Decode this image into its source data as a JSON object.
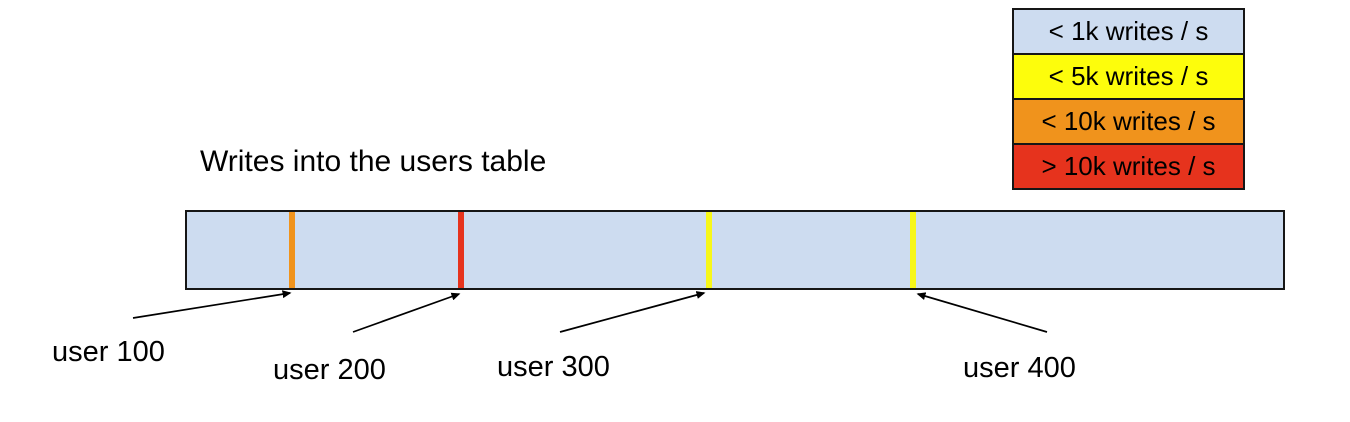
{
  "title": "Writes into the users table",
  "colors": {
    "background": "#ffffff",
    "outline": "#161616",
    "bar_fill": "#cddcf0",
    "arrow": "#000000"
  },
  "legend": {
    "items": [
      {
        "label": "< 1k writes / s",
        "color": "#cddcf0"
      },
      {
        "label": "< 5k writes / s",
        "color": "#fdfd0c"
      },
      {
        "label": "< 10k writes / s",
        "color": "#f0931c"
      },
      {
        "label": "> 10k writes / s",
        "color": "#e6331d"
      }
    ]
  },
  "markers": [
    {
      "label": "user 100",
      "color": "#f0931c",
      "legend_category": "< 10k writes / s"
    },
    {
      "label": "user 200",
      "color": "#e6331d",
      "legend_category": "> 10k writes / s"
    },
    {
      "label": "user 300",
      "color": "#f7f71a",
      "legend_category": "< 5k writes / s"
    },
    {
      "label": "user 400",
      "color": "#f7f71a",
      "legend_category": "< 5k writes / s"
    }
  ]
}
